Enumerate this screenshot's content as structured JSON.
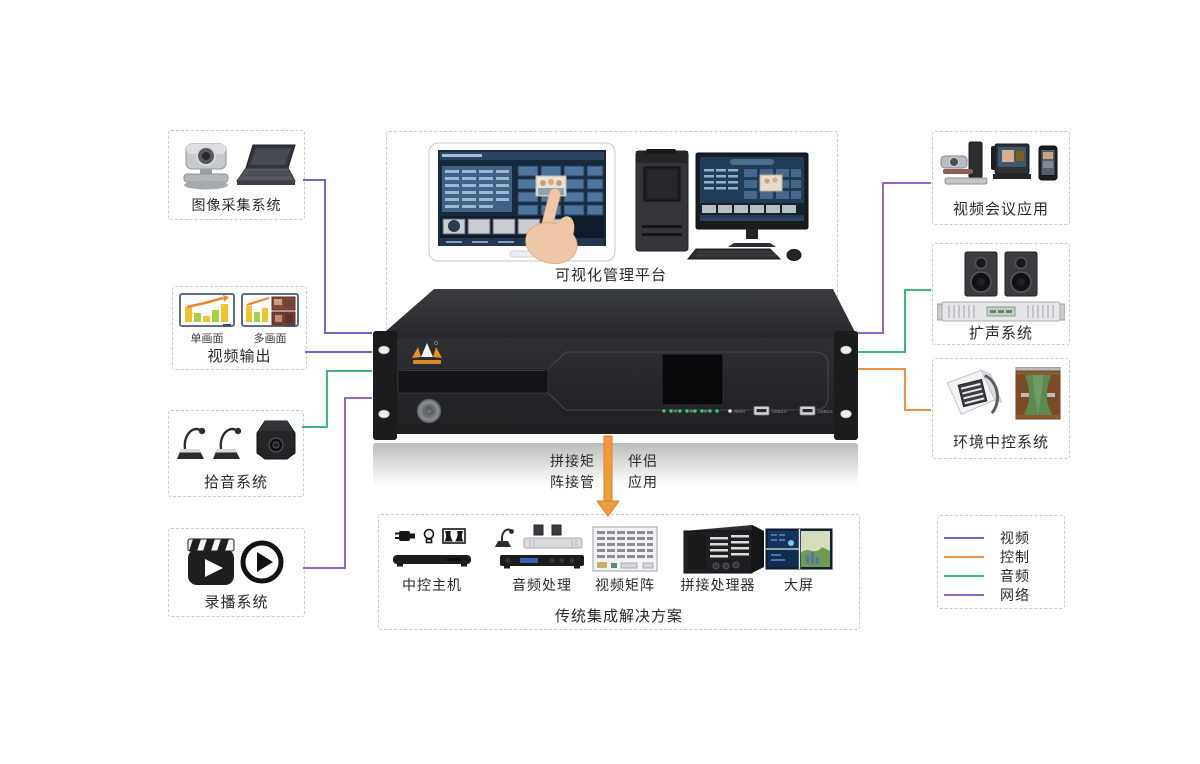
{
  "boxes": {
    "capture": {
      "label": "图像采集系统"
    },
    "video_out": {
      "label": "视频输出",
      "captions": [
        "单画面",
        "多画面"
      ]
    },
    "pickup": {
      "label": "拾音系统"
    },
    "record": {
      "label": "录播系统"
    },
    "platform": {
      "label": "可视化管理平台"
    },
    "conference": {
      "label": "视频会议应用"
    },
    "pa": {
      "label": "扩声系统"
    },
    "env": {
      "label": "环境中控系统"
    }
  },
  "legend": {
    "items": [
      {
        "label": "视频",
        "color": "#6f68cc"
      },
      {
        "label": "控制",
        "color": "#f0923f"
      },
      {
        "label": "音频",
        "color": "#3cb878"
      },
      {
        "label": "网络",
        "color": "#9466c8"
      }
    ]
  },
  "annotations": {
    "takeover_line1": "拼接矩",
    "takeover_line2": "阵接管",
    "companion_line1": "伴侣",
    "companion_line2": "应用"
  },
  "legacy": {
    "label": "传统集成解决方案",
    "items": [
      {
        "label": "中控主机"
      },
      {
        "label": "音频处理"
      },
      {
        "label": "视频矩阵"
      },
      {
        "label": "拼接处理器"
      },
      {
        "label": "大屏"
      }
    ]
  },
  "device": {
    "reset_label": "Reset",
    "usb1_label": "USB3.0",
    "usb2_label": "USB3.0"
  },
  "colors": {
    "video": "#6f68cc",
    "control": "#f0923f",
    "audio": "#3cb878",
    "network": "#9466c8",
    "arrow": "#ee9a3d"
  }
}
